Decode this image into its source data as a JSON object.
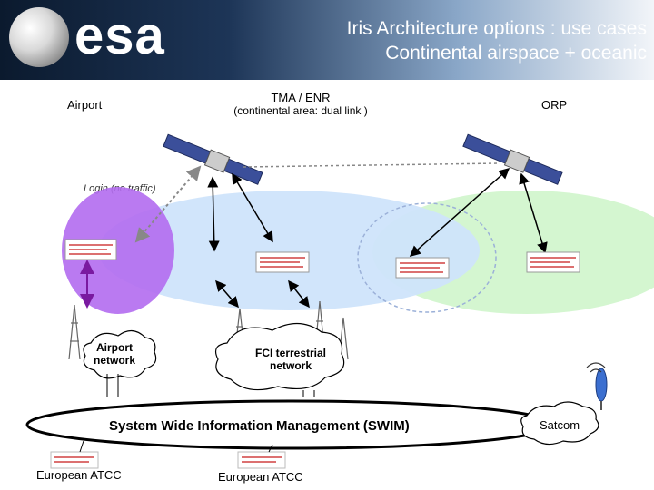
{
  "header": {
    "logo_text": "esa",
    "title_line1": "Iris Architecture options : use cases",
    "title_line2": "Continental airspace + oceanic"
  },
  "regions": {
    "airport": "Airport",
    "tma_enr_line1": "TMA / ENR",
    "tma_enr_line2": "(continental area: dual link )",
    "orp": "ORP",
    "login": "Login (no traffic)"
  },
  "networks": {
    "airport_line1": "Airport",
    "airport_line2": "network",
    "fci_line1": "FCI terrestrial",
    "fci_line2": "network"
  },
  "swim": "System Wide Information Management (SWIM)",
  "satcom": "Satcom",
  "atcc": [
    "European ATCC",
    "European ATCC"
  ],
  "colors": {
    "airport_zone": "#b36cf0",
    "tma_zone": "#cfe4fb",
    "orp_zone": "#ccf5c8",
    "link_dotted": "#8a8a8a",
    "link_airport": "#7a1aa0"
  }
}
